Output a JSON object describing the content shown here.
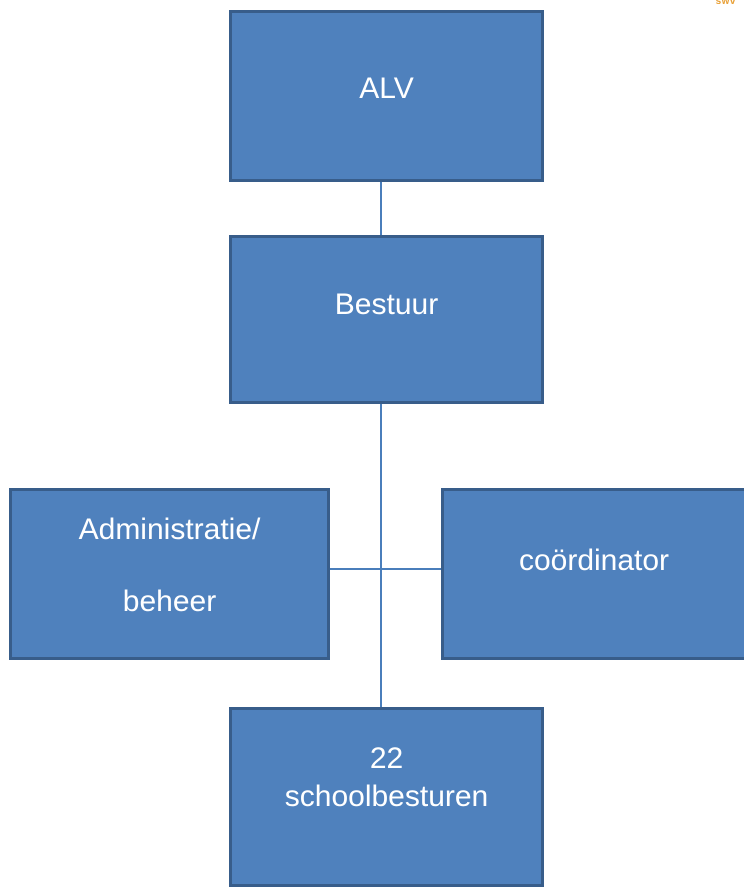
{
  "logo": {
    "text": "swv"
  },
  "nodes": {
    "alv": {
      "label": "ALV"
    },
    "bestuur": {
      "label": "Bestuur"
    },
    "administratie": {
      "line1": "Administratie/",
      "line2": "beheer"
    },
    "coordinator": {
      "label": "coördinator"
    },
    "schoolbesturen": {
      "line1": "22",
      "line2": "schoolbesturen"
    }
  },
  "colors": {
    "box_fill": "#4f81bd",
    "box_border": "#385d8a",
    "connector": "#4a7ebb",
    "text": "#ffffff",
    "logo": "#e8a037"
  }
}
